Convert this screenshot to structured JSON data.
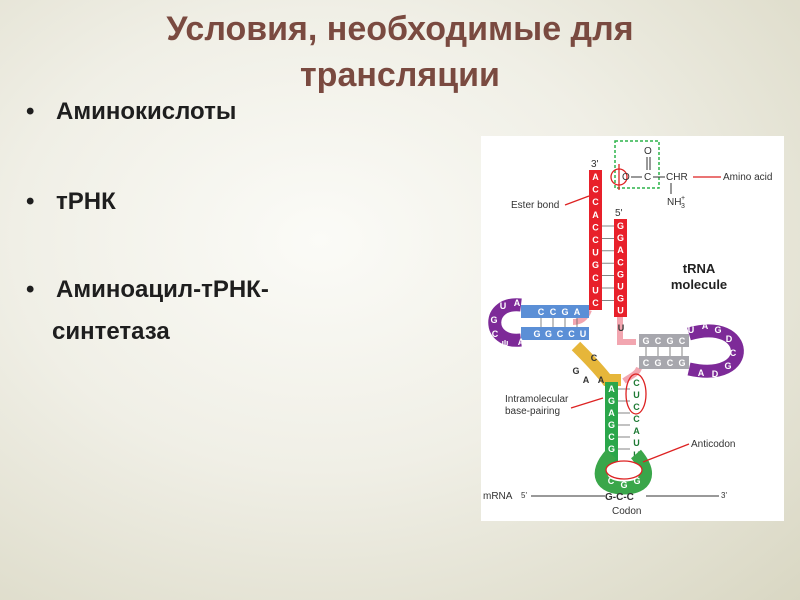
{
  "slide": {
    "title_line1": "Условия, необходимые для",
    "title_line2": "трансляции",
    "bullets": [
      {
        "marker": "•",
        "text": "Аминокислоты"
      },
      {
        "marker": "•",
        "text": "тРНК"
      },
      {
        "marker": "•",
        "text": "Аминоацил-тРНК-"
      }
    ],
    "bullet_continuation": "синтетаза"
  },
  "diagram": {
    "title_line1": "tRNA",
    "title_line2": "molecule",
    "three_prime_label": "3'",
    "five_prime_label": "5'",
    "ester_bond_label": "Ester bond",
    "amino_acid_label": "Amino acid",
    "intramolecular_line1": "Intramolecular",
    "intramolecular_line2": "base-pairing",
    "anticodon_label": "Anticodon",
    "mrna_label": "mRNA",
    "mrna_five": "5'",
    "mrna_three": "3'",
    "codon_label": "Codon",
    "codon_seq": "G-C-C",
    "chem_o": "O",
    "chem_c": "C",
    "chem_chr": "CHR",
    "chem_nh3": "NH",
    "chem_plus": "+",
    "chem_sub3": "3",
    "acceptor_3prime_bases": [
      "A",
      "C",
      "C",
      "A",
      "C",
      "C",
      "U",
      "G",
      "C",
      "U",
      "C"
    ],
    "acceptor_5prime_bases": [
      "G",
      "G",
      "A",
      "C",
      "G",
      "U",
      "G",
      "U"
    ],
    "d_arm_top": [
      "C",
      "C",
      "G",
      "A"
    ],
    "d_arm_bottom": [
      "G",
      "G",
      "C",
      "C",
      "U"
    ],
    "d_loop_bases": [
      "A",
      "U",
      "G",
      "C",
      "ψ",
      "A"
    ],
    "t_arm_top": [
      "G",
      "C",
      "G",
      "C"
    ],
    "t_arm_bottom": [
      "C",
      "G",
      "C",
      "G"
    ],
    "t_loop_bases": [
      "U",
      "A",
      "G",
      "D",
      "C",
      "G",
      "D",
      "A"
    ],
    "anticodon_left": [
      "A",
      "G",
      "A",
      "G",
      "C",
      "G"
    ],
    "anticodon_right": [
      "C",
      "U",
      "C",
      "C",
      "A",
      "U",
      "U"
    ],
    "anticodon_loop": [
      "C",
      "G",
      "G"
    ],
    "misc_bases": [
      "U",
      "C",
      "G",
      "A",
      "A"
    ],
    "colors": {
      "acceptor": "#e8202a",
      "d_arm": "#5b8fd6",
      "d_loop": "#7d2a98",
      "t_arm": "#a7a7ad",
      "t_loop": "#7d2a98",
      "anticodon_stem": "#2aa64a",
      "anticodon_loop": "#3aa64a",
      "variable": "#e6b63a",
      "pink": "#f2a6b0",
      "ester_box": "#2db34a",
      "arrow_red": "#d22"
    }
  }
}
